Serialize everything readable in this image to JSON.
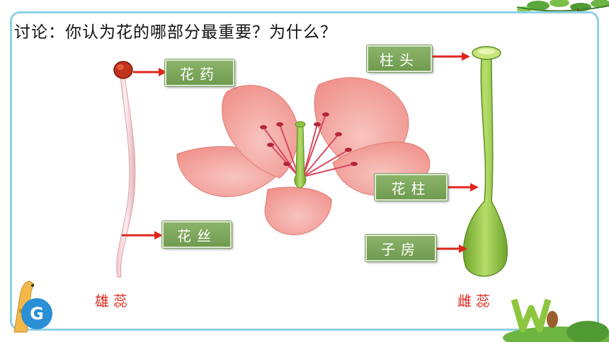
{
  "title": "讨论：你认为花的哪部分最重要？为什么？",
  "labels": {
    "anther": "花药",
    "filament": "花丝",
    "stigma": "柱头",
    "style": "花柱",
    "ovary": "子房"
  },
  "captions": {
    "stamen": "雄蕊",
    "pistil": "雌蕊"
  },
  "colors": {
    "border": "#8fd0e6",
    "label_fill": "#7ea75c",
    "arrow": "#e0251c",
    "caption": "#e0251c",
    "petal": "#f4a9a4",
    "pistil": "#8fc23f"
  }
}
